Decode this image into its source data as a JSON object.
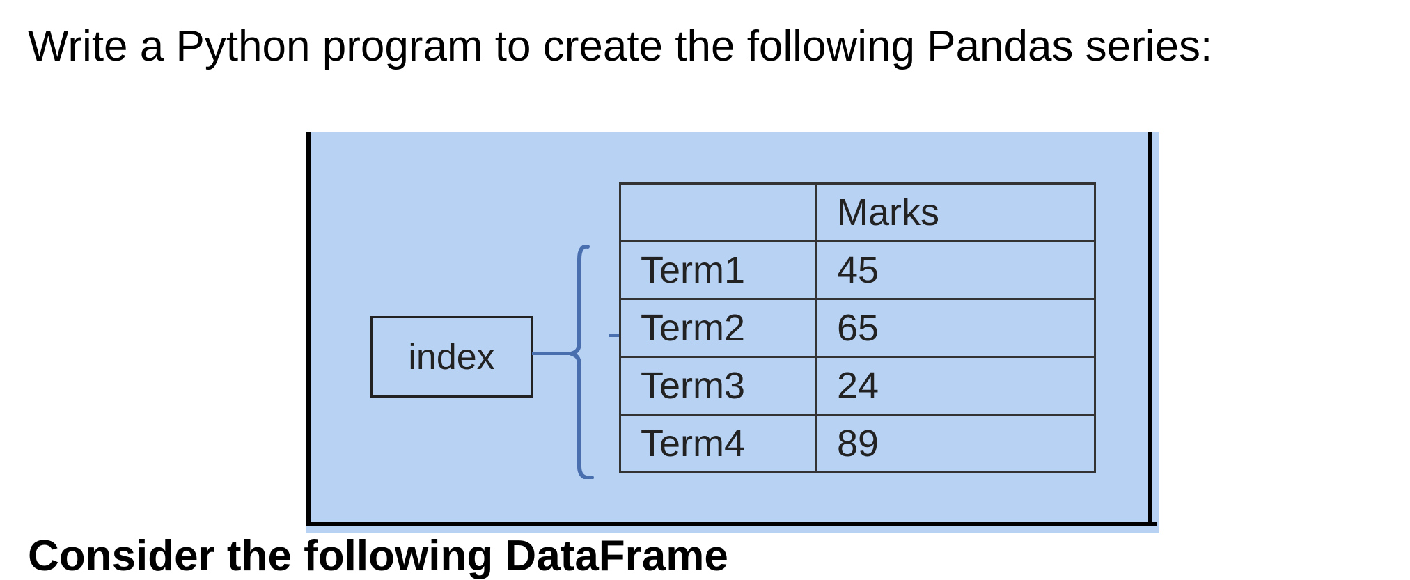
{
  "question": {
    "text": "Write a Python program to create the following Pandas series:"
  },
  "figure": {
    "index_label": "index",
    "colors": {
      "background": "#b8d2f4",
      "bracket": "#4a6fae",
      "border": "#000000"
    },
    "table": {
      "header": [
        "",
        "Marks"
      ],
      "rows": [
        {
          "index": "Term1",
          "value": "45"
        },
        {
          "index": "Term2",
          "value": "65"
        },
        {
          "index": "Term3",
          "value": "24"
        },
        {
          "index": "Term4",
          "value": "89"
        }
      ]
    }
  },
  "next_question": {
    "text": "Consider the following DataFrame"
  }
}
